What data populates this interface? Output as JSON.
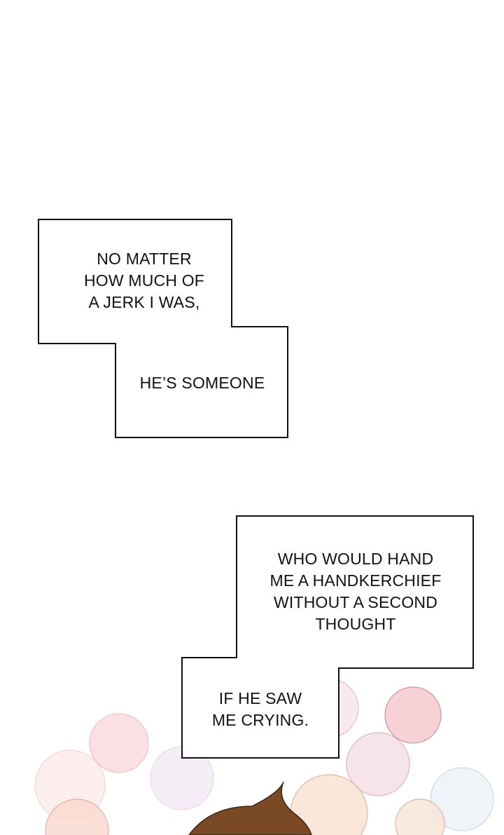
{
  "caption_box_1": {
    "lines": [
      "NO MATTER",
      "HOW MUCH OF",
      "A JERK I WAS,"
    ],
    "continuation": "HE’S SOMEONE"
  },
  "caption_box_2": {
    "lines": [
      "WHO WOULD HAND",
      "ME A HANDKERCHIEF",
      "WITHOUT A SECOND",
      "THOUGHT"
    ],
    "continuation": [
      "IF HE SAW",
      "ME CRYING."
    ]
  },
  "colors": {
    "flower_pink": "#f6c6cc",
    "flower_peach": "#f9dcc4",
    "flower_lavender": "#e6d6ec",
    "hair_brown": "#7a4a26"
  }
}
